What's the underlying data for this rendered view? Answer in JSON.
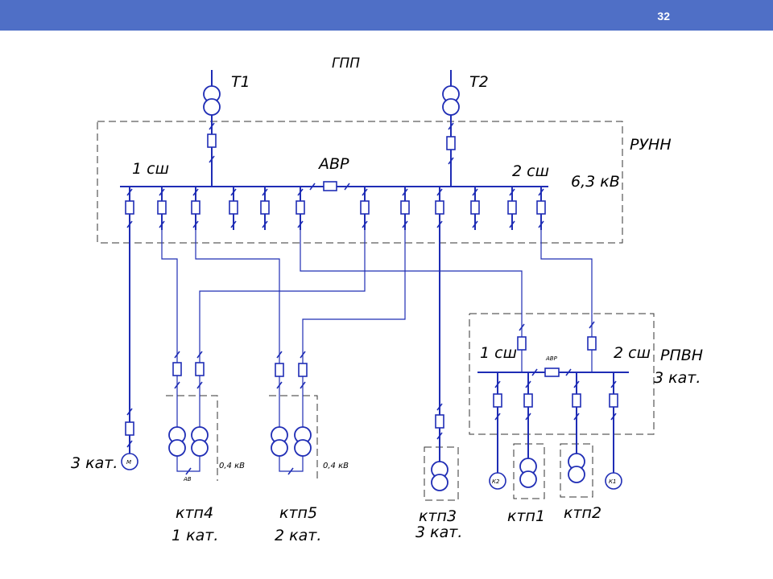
{
  "slide": {
    "page_number": "32"
  },
  "colors": {
    "header": "#4f6fc6",
    "wire": "#1f2db5",
    "frame": "#333333",
    "text": "#000000"
  },
  "labels": {
    "gpp": "ГПП",
    "t1": "Т1",
    "t2": "Т2",
    "runn": "РУНН",
    "avr_main": "АВР",
    "bus1_main": "1 сш",
    "bus2_main": "2 сш",
    "voltage_main": "6,3 кВ",
    "rpvn": "РПВН",
    "rpvn_cat": "3 кат.",
    "bus1_rpvn": "1 сш",
    "bus2_rpvn": "2 сш",
    "avr_rpvn": "АВР",
    "motor_left": "М",
    "motor_left_cat": "3 кат.",
    "motor_k2": "К2",
    "motor_k1": "К1",
    "ktp4": "ктп4",
    "ktp4_cat": "1 кат.",
    "ktp5": "ктп5",
    "ktp5_cat": "2 кат.",
    "ktp3": "ктп3",
    "ktp3_cat": "3 кат.",
    "ktp1": "ктп1",
    "ktp2": "ктп2",
    "low_voltage_4": "0,4 кВ",
    "low_voltage_5": "0,4 кВ",
    "lv_tie_label": "АВ"
  }
}
